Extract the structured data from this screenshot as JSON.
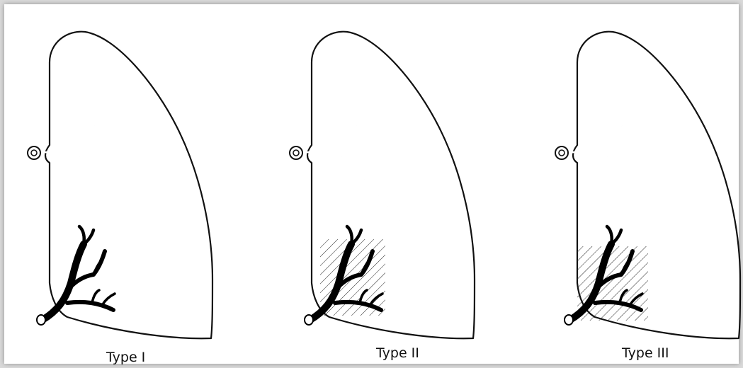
{
  "diagram": {
    "panels": [
      {
        "id": "type-1",
        "label": "Type I"
      },
      {
        "id": "type-2",
        "label": "Type II"
      },
      {
        "id": "type-3",
        "label": "Type III"
      }
    ],
    "colors": {
      "line": "#111111",
      "background": "#ffffff",
      "frame_shadow": "#d9d9d9"
    }
  }
}
